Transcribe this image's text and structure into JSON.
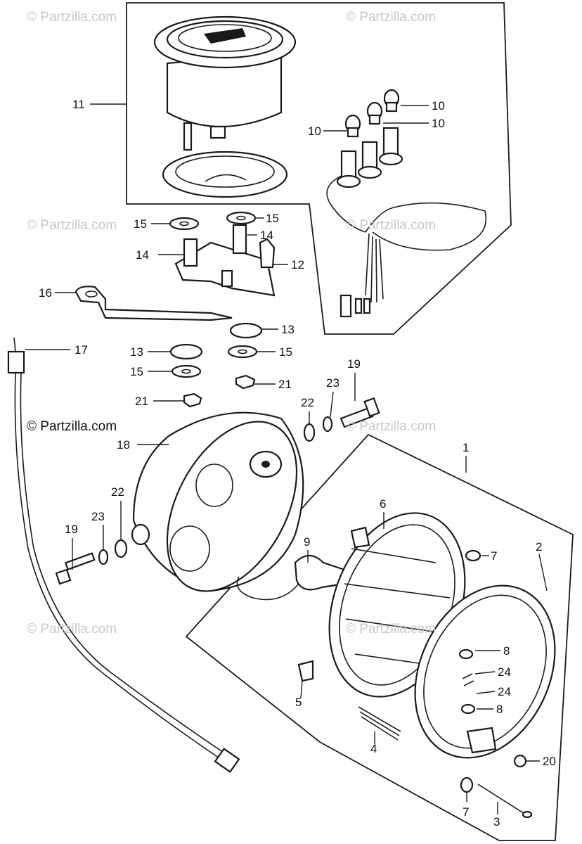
{
  "watermark": {
    "text": "© Partzilla.com",
    "color_faint": "#c8c8c8",
    "color_dark": "#111111"
  },
  "callouts": {
    "c1": "1",
    "c2": "2",
    "c3": "3",
    "c4": "4",
    "c5": "5",
    "c6": "6",
    "c7a": "7",
    "c7b": "7",
    "c8a": "8",
    "c8b": "8",
    "c9": "9",
    "c10a": "10",
    "c10b": "10",
    "c10c": "10",
    "c11": "11",
    "c12": "12",
    "c13a": "13",
    "c13b": "13",
    "c14a": "14",
    "c14b": "14",
    "c15a": "15",
    "c15b": "15",
    "c15c": "15",
    "c15d": "15",
    "c16": "16",
    "c17": "17",
    "c18": "18",
    "c19a": "19",
    "c19b": "19",
    "c20": "20",
    "c21a": "21",
    "c21b": "21",
    "c22a": "22",
    "c22b": "22",
    "c23a": "23",
    "c23b": "23",
    "c24a": "24",
    "c24b": "24"
  }
}
